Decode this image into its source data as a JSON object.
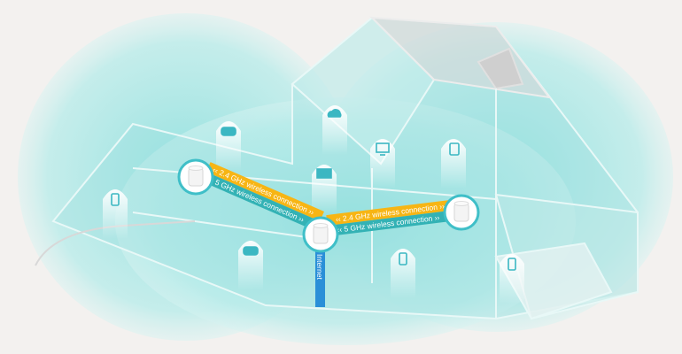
{
  "diagram": {
    "links": [
      {
        "band": "2.4 GHz",
        "label": "‹‹ 2.4 GHz wireless connection ››"
      },
      {
        "band": "5 GHz",
        "label": "‹‹ 5 GHz wireless connection ››"
      },
      {
        "band": "2.4 GHz",
        "label": "‹‹ 2.4 GHz wireless connection ››"
      },
      {
        "band": "5 GHz",
        "label": "‹‹ 5 GHz wireless connection ››"
      }
    ],
    "internet_label": "Internet",
    "tv_label": "TV",
    "colors": {
      "background": "#f3f1ef",
      "coverage": "#7fd6d6",
      "band_24": "#f7b514",
      "band_5": "#33b2b5",
      "internet": "#2a8fd8",
      "node_ring": "#3fbfc8"
    }
  }
}
